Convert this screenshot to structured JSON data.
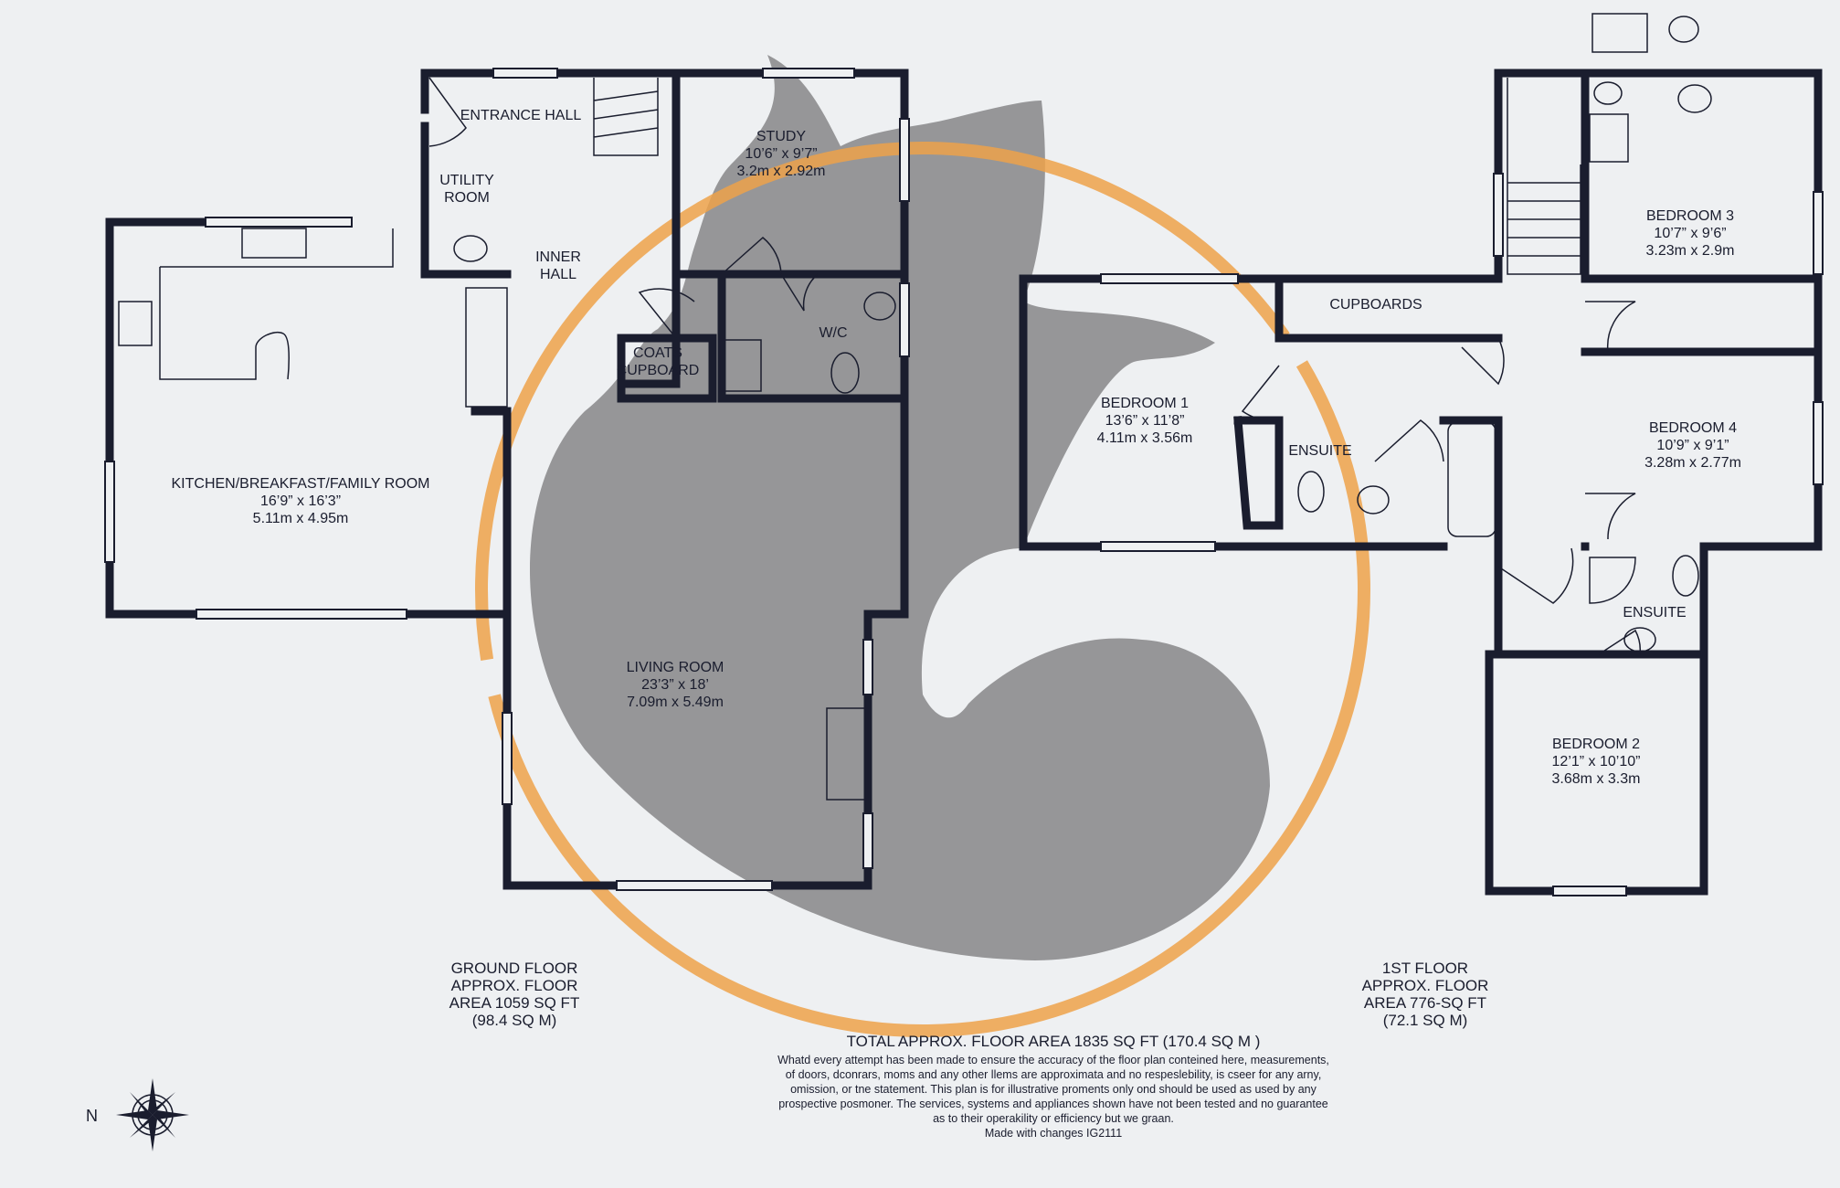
{
  "rooms": {
    "entrance_hall": {
      "name": "ENTRANCE HALL"
    },
    "utility": {
      "line1": "UTILITY",
      "line2": "ROOM"
    },
    "study": {
      "name": "STUDY",
      "size_imperial": "10’6” x 9’7”",
      "size_metric": "3.2m x 2.92m"
    },
    "inner_hall": {
      "line1": "INNER",
      "line2": "HALL"
    },
    "coats": {
      "line1": "COATS",
      "line2": "CUPBOARD"
    },
    "wc": {
      "name": "W/C"
    },
    "kitchen": {
      "name": "KITCHEN/BREAKFAST/FAMILY ROOM",
      "size_imperial": "16’9” x 16’3”",
      "size_metric": "5.11m x 4.95m"
    },
    "living": {
      "name": "LIVING ROOM",
      "size_imperial": "23’3” x  18’",
      "size_metric": "7.09m x 5.49m"
    },
    "cupboards": {
      "name": "CUPBOARDS"
    },
    "bedroom1": {
      "name": "BEDROOM 1",
      "size_imperial": "13’6” x 11’8”",
      "size_metric": "4.11m x 3.56m"
    },
    "ensuite1": {
      "name": "ENSUITE"
    },
    "bedroom3": {
      "name": "BEDROOM 3",
      "size_imperial": "10’7” x 9’6”",
      "size_metric": "3.23m x 2.9m"
    },
    "bedroom4": {
      "name": "BEDROOM 4",
      "size_imperial": "10’9” x 9’1”",
      "size_metric": "3.28m x 2.77m"
    },
    "ensuite2": {
      "name": "ENSUITE"
    },
    "bedroom2": {
      "name": "BEDROOM 2",
      "size_imperial": "12’1” x 10’10”",
      "size_metric": "3.68m x 3.3m"
    }
  },
  "floors": {
    "ground": {
      "line1": "GROUND FLOOR",
      "line2": "APPROX. FLOOR",
      "line3": "AREA 1059 SQ FT",
      "line4": "(98.4 SQ M)"
    },
    "first": {
      "line1": "1ST FLOOR",
      "line2": "APPROX. FLOOR",
      "line3": "AREA 776-SQ FT",
      "line4": "(72.1 SQ M)"
    }
  },
  "total": "TOTAL APPROX. FLOOR AREA 1835 SQ FT  (170.4 SQ M )",
  "disclaimer": [
    "Whatd every attempt has been made to ensure the accuracy of the floor plan conteined here, measurements,",
    "of doors, dconrars, moms and any other llems are approximata and no respeslebility, is cseer for any arny,",
    "omission, or tne statement. This plan is for illustrative proments only ond should be used as used by any",
    "prospective posmoner. The services, systems and appliances shown have not been tested and no guarantee",
    "as to their operakility or efficiency but we graan.",
    "Made with changes IG2111"
  ],
  "compass": {
    "north_letter": "N",
    "icon": "compass-rose-icon"
  },
  "colors": {
    "wall": "#1a1d2e",
    "background": "#eef0f2",
    "watermark_ring": "#eda24a",
    "watermark_fox": "#8e8e90"
  }
}
